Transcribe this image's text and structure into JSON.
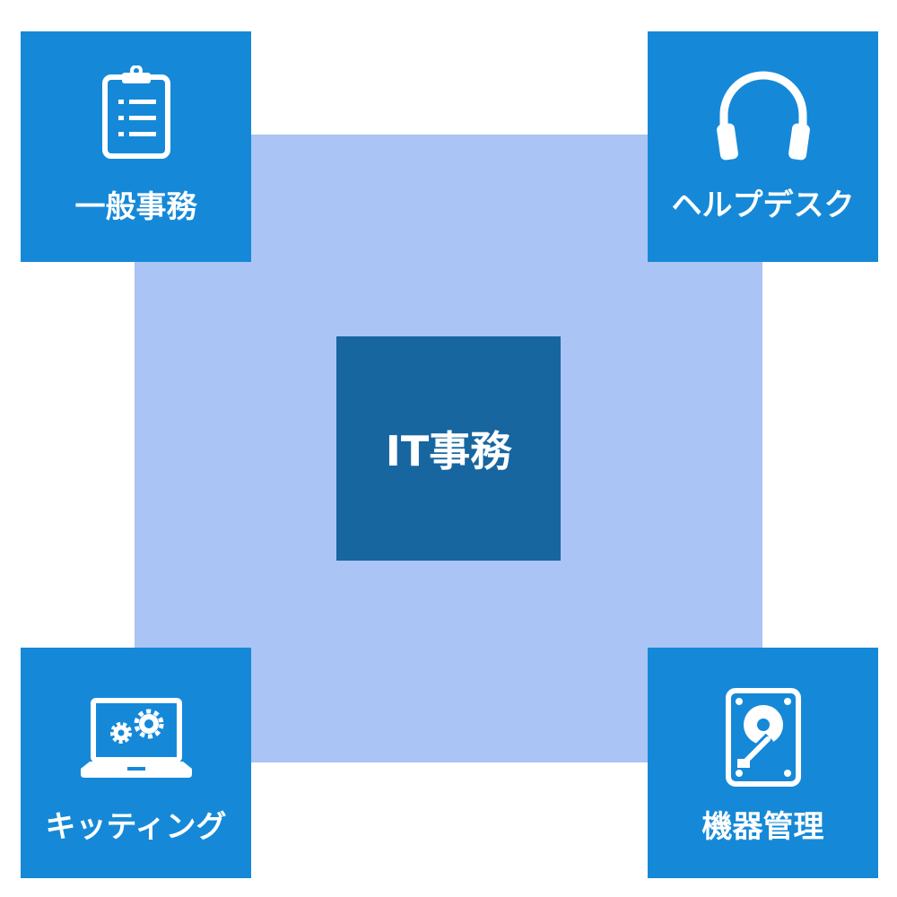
{
  "center": {
    "label": "IT事務"
  },
  "items": [
    {
      "label": "一般事務",
      "icon": "clipboard-icon"
    },
    {
      "label": "ヘルプデスク",
      "icon": "headphones-icon"
    },
    {
      "label": "キッティング",
      "icon": "laptop-gears-icon"
    },
    {
      "label": "機器管理",
      "icon": "hard-drive-icon"
    }
  ],
  "colors": {
    "background_square": "#a9c4f5",
    "center": "#1766a0",
    "boxes": "#1589d8"
  }
}
